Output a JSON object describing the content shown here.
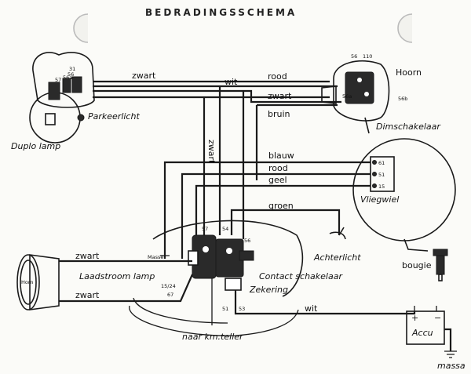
{
  "title": "BEDRADINGSSCHEMA",
  "components": {
    "duplo_lamp": "Duplo lamp",
    "parkeerlicht": "Parkeerlicht",
    "hoorn": "Hoorn",
    "dimschakelaar": "Dimschakelaar",
    "vliegwiel": "Vliegwiel",
    "achterlicht": "Achterlicht",
    "bougie": "bougie",
    "contact_schakelaar": "Contact schakelaar",
    "zekering": "Zekering",
    "laadstroom_lamp": "Laadstroom lamp",
    "km_teller": "naar km.teller",
    "accu": "Accu",
    "massa": "massa",
    "masse": "Masse",
    "horn": "Horn"
  },
  "wire_labels": {
    "zwart_top": "zwart",
    "wit_top": "wit",
    "rood_top": "rood",
    "zwart_horn": "zwart",
    "bruin": "bruin",
    "zwart_vertical": "zwart",
    "blauw": "blauw",
    "rood_mid": "rood",
    "geel": "geel",
    "groen": "groen",
    "zwart_head1": "zwart",
    "zwart_head2": "zwart",
    "wit_accu": "wit"
  },
  "terminals": {
    "t31": "31",
    "t56": "56",
    "t56a": "56a",
    "t57": "57",
    "h56": "56",
    "h110": "110",
    "h56a": "56a",
    "h56b": "56b",
    "v61": "61",
    "v51": "51",
    "v15": "15",
    "c57": "57",
    "c54": "54",
    "c56": "56",
    "c1524": "15/24",
    "c67": "67",
    "c51": "51",
    "c53": "53"
  },
  "accu_signs": {
    "plus": "+",
    "minus": "−"
  }
}
